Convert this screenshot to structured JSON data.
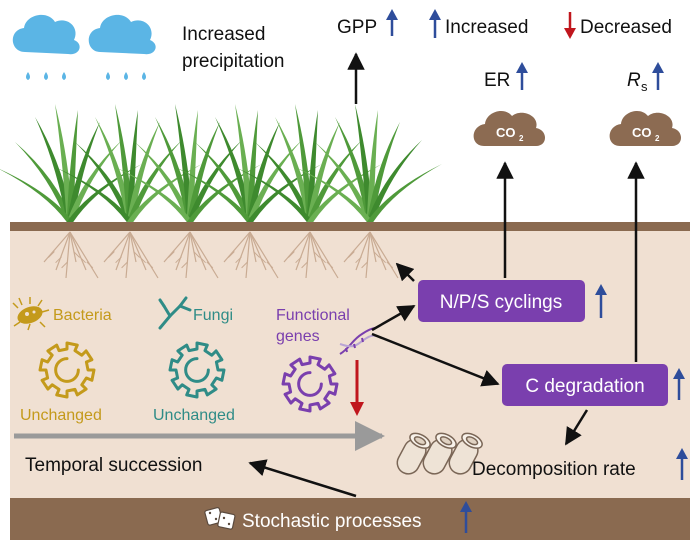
{
  "top": {
    "precipitation": [
      "Increased",
      "precipitation"
    ],
    "gpp": "GPP",
    "legend": {
      "increased": "Increased",
      "decreased": "Decreased"
    },
    "er": "ER",
    "rs_main": "R",
    "rs_sub": "s",
    "co2_main": "CO",
    "co2_sub": "2"
  },
  "soil": {
    "bacteria": {
      "label": "Bacteria",
      "status": "Unchanged"
    },
    "fungi": {
      "label": "Fungi",
      "status": "Unchanged"
    },
    "functional_genes": [
      "Functional",
      "genes"
    ],
    "np_cyclings": "N/P/S cyclings",
    "c_degradation": "C degradation",
    "decomposition_rate": "Decomposition rate",
    "temporal_succession": "Temporal succession",
    "stochastic_processes": "Stochastic processes"
  },
  "colors": {
    "increase": "#2e4d9b",
    "decrease": "#c0161d",
    "bacteria": "#c49a1b",
    "fungi": "#2f8c87",
    "genes": "#7a3fae",
    "process_box": "#7a3fae",
    "soil": "#f0e0d2",
    "soil_edge": "#8a6a50",
    "cloud": "#5bb5e5",
    "co2_cloud": "#8c6b52"
  }
}
